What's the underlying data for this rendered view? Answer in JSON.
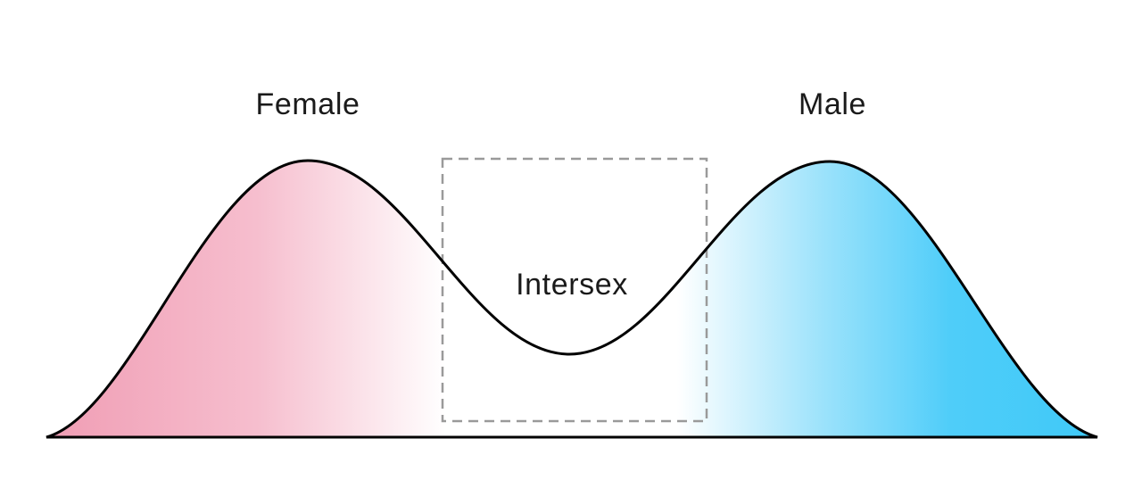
{
  "figure": {
    "labels": {
      "female": "Female",
      "male": "Male",
      "intersex": "Intersex"
    },
    "colors": {
      "background": "#FFFFFF",
      "female_fill": "#F09DB4",
      "male_fill": "#3FC9F8",
      "curve_stroke": "#000000",
      "dashed_box": "#9A9A9A",
      "text": "#1A1A1A"
    }
  }
}
